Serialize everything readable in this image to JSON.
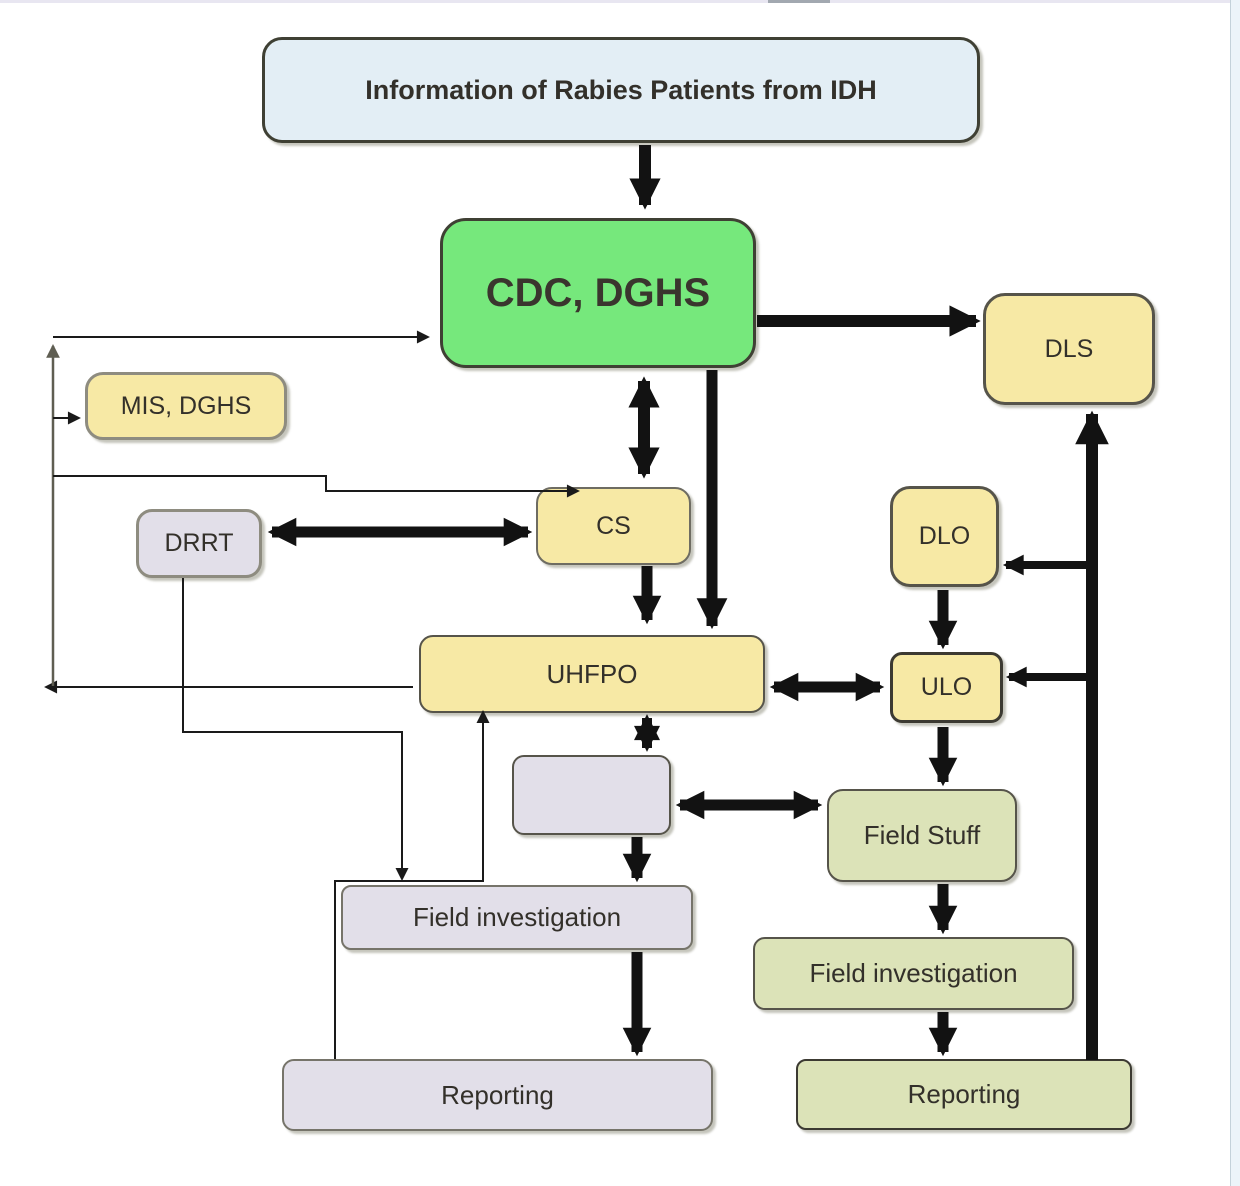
{
  "diagram": {
    "title_node": "Information of Rabies Patients from IDH",
    "palette": {
      "info_blue": "#e3eef5",
      "cdc_green": "#76e87c",
      "gov_yellow": "#f7e9a5",
      "team_lavender": "#e2dfe9",
      "field_olive": "#dce3b8",
      "line_black": "#121212",
      "line_gray": "#5f5e52",
      "page_edge_blue": "#ecf4f9"
    },
    "nodes": {
      "idh": {
        "label": "Information of Rabies Patients from IDH"
      },
      "cdc": {
        "label": "CDC, DGHS"
      },
      "dls": {
        "label": "DLS"
      },
      "mis": {
        "label": "MIS, DGHS"
      },
      "drrt": {
        "label": "DRRT"
      },
      "cs": {
        "label": "CS"
      },
      "dlo": {
        "label": "DLO"
      },
      "uhfpo": {
        "label": "UHFPO"
      },
      "ulo": {
        "label": "ULO"
      },
      "field_stuff": {
        "label": "Field Stuff"
      },
      "field_investigation_left": {
        "label": "Field investigation"
      },
      "field_investigation_right": {
        "label": "Field investigation"
      },
      "reporting_left": {
        "label": "Reporting"
      },
      "reporting_right": {
        "label": "Reporting"
      }
    },
    "edges": [
      {
        "from": "idh",
        "to": "cdc",
        "style": "thick",
        "arrows": "one-way"
      },
      {
        "from": "cdc",
        "to": "dls",
        "style": "thick",
        "arrows": "one-way"
      },
      {
        "from": "cdc",
        "to": "cs",
        "style": "thick",
        "arrows": "two-way"
      },
      {
        "from": "cdc",
        "to": "uhfpo",
        "style": "thick",
        "arrows": "one-way"
      },
      {
        "from": "cs",
        "to": "uhfpo",
        "style": "thick",
        "arrows": "one-way"
      },
      {
        "from": "drrt",
        "to": "cs",
        "style": "thick",
        "arrows": "two-way"
      },
      {
        "from": "uhfpo",
        "to": "ulo",
        "style": "thick",
        "arrows": "two-way"
      },
      {
        "from": "uhfpo",
        "to": "urrt",
        "style": "thick",
        "arrows": "two-way"
      },
      {
        "from": "dlo",
        "to": "ulo",
        "style": "thick",
        "arrows": "one-way"
      },
      {
        "from": "ulo",
        "to": "field_stuff",
        "style": "thick",
        "arrows": "one-way"
      },
      {
        "from": "urrt",
        "to": "field_stuff",
        "style": "thick",
        "arrows": "two-way"
      },
      {
        "from": "urrt",
        "to": "field_investigation_left",
        "style": "thick",
        "arrows": "one-way"
      },
      {
        "from": "field_stuff",
        "to": "field_investigation_right",
        "style": "thick",
        "arrows": "one-way"
      },
      {
        "from": "field_investigation_left",
        "to": "reporting_left",
        "style": "thick",
        "arrows": "one-way"
      },
      {
        "from": "field_investigation_right",
        "to": "reporting_right",
        "style": "thick",
        "arrows": "one-way"
      },
      {
        "from": "reporting_right",
        "to": "dls",
        "style": "thick",
        "arrows": "one-way"
      },
      {
        "from": "reporting_right",
        "to": "dlo",
        "style": "thick-branch",
        "arrows": "one-way"
      },
      {
        "from": "reporting_right",
        "to": "ulo",
        "style": "thick-branch",
        "arrows": "one-way"
      },
      {
        "from": "uhfpo",
        "to": "cdc",
        "style": "thin",
        "arrows": "one-way"
      },
      {
        "from": "uhfpo",
        "to": "mis",
        "style": "thin",
        "arrows": "one-way"
      },
      {
        "from": "uhfpo",
        "to": "cs",
        "style": "thin",
        "arrows": "one-way"
      },
      {
        "from": "drrt",
        "to": "field_investigation_left",
        "style": "thin",
        "arrows": "one-way"
      },
      {
        "from": "reporting_left",
        "to": "uhfpo",
        "style": "thin",
        "arrows": "one-way"
      }
    ]
  }
}
